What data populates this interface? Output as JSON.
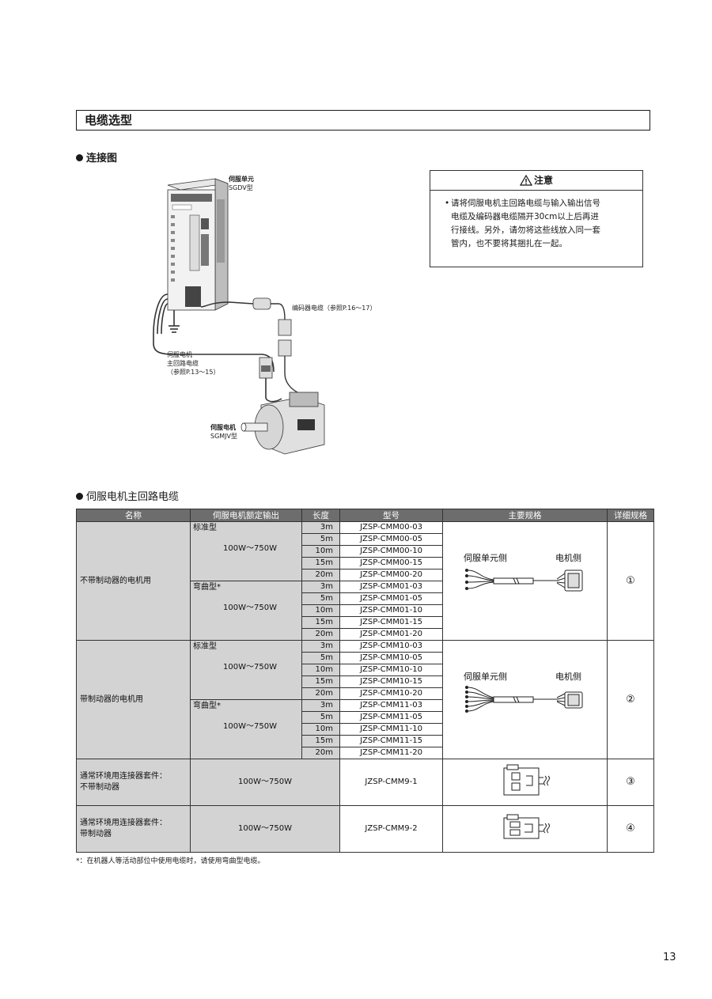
{
  "section_title": "电缆选型",
  "diagram": {
    "heading": "连接图",
    "servo_unit_label": "伺服单元",
    "servo_unit_type": "SGDV型",
    "encoder_cable_label": "编码器电缆（参照P.16～17）",
    "main_cable_line1": "伺服电机",
    "main_cable_line2": "主回路电缆",
    "main_cable_line3": "（参照P.13～15）",
    "motor_label": "伺服电机",
    "motor_type": "SGMJV型"
  },
  "notice": {
    "title": "注意",
    "line1": "请将伺服电机主回路电缆与输入输出信号",
    "line2": "电缆及编码器电缆隔开30cm以上后再进",
    "line3": "行接线。另外，请勿将这些线放入同一套",
    "line4": "管内，也不要将其捆扎在一起。"
  },
  "table_heading": "伺服电机主回路电缆",
  "table": {
    "headers": [
      "名称",
      "伺服电机额定输出",
      "长度",
      "型号",
      "主要规格",
      "详细规格"
    ],
    "group1": {
      "name": "不带制动器的电机用",
      "std_label": "标准型",
      "std_power": "100W～750W",
      "bend_label": "弯曲型*",
      "bend_power": "100W～750W",
      "lengths": [
        "3m",
        "5m",
        "10m",
        "15m",
        "20m"
      ],
      "std_models": [
        "JZSP-CMM00-03",
        "JZSP-CMM00-05",
        "JZSP-CMM00-10",
        "JZSP-CMM00-15",
        "JZSP-CMM00-20"
      ],
      "bend_models": [
        "JZSP-CMM01-03",
        "JZSP-CMM01-05",
        "JZSP-CMM01-10",
        "JZSP-CMM01-15",
        "JZSP-CMM01-20"
      ],
      "spec_left": "伺服单元侧",
      "spec_right": "电机侧",
      "detail": "①"
    },
    "group2": {
      "name": "带制动器的电机用",
      "std_label": "标准型",
      "std_power": "100W～750W",
      "bend_label": "弯曲型*",
      "bend_power": "100W～750W",
      "lengths": [
        "3m",
        "5m",
        "10m",
        "15m",
        "20m"
      ],
      "std_models": [
        "JZSP-CMM10-03",
        "JZSP-CMM10-05",
        "JZSP-CMM10-10",
        "JZSP-CMM10-15",
        "JZSP-CMM10-20"
      ],
      "bend_models": [
        "JZSP-CMM11-03",
        "JZSP-CMM11-05",
        "JZSP-CMM11-10",
        "JZSP-CMM11-15",
        "JZSP-CMM11-20"
      ],
      "spec_left": "伺服单元侧",
      "spec_right": "电机侧",
      "detail": "②"
    },
    "kit1": {
      "name_line1": "通常环境用连接器套件：",
      "name_line2": "不带制动器",
      "power": "100W～750W",
      "model": "JZSP-CMM9-1",
      "detail": "③"
    },
    "kit2": {
      "name_line1": "通常环境用连接器套件：",
      "name_line2": "带制动器",
      "power": "100W～750W",
      "model": "JZSP-CMM9-2",
      "detail": "④"
    }
  },
  "footnote": "*：在机器人等活动部位中使用电缆时，请使用弯曲型电缆。",
  "page_number": "13"
}
